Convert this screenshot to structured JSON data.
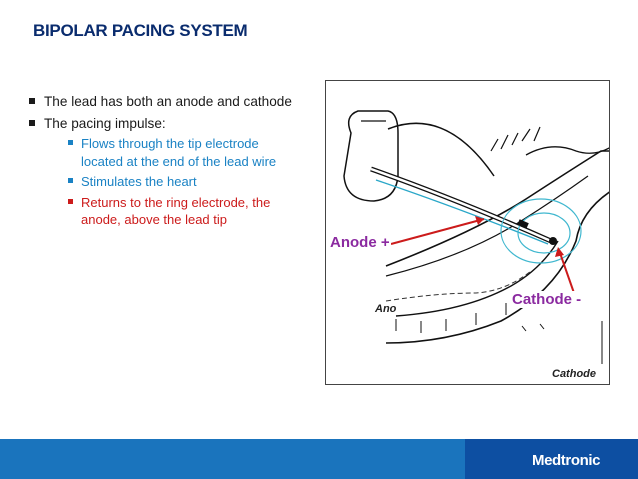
{
  "slide": {
    "title": "BIPOLAR PACING SYSTEM",
    "bullets": [
      {
        "text": "The lead has both an anode and cathode"
      },
      {
        "text": "The pacing impulse:"
      }
    ],
    "sub_bullets": [
      {
        "text": "Flows through the tip electrode located at the end of the lead wire",
        "color": "#1a82c4"
      },
      {
        "text": "Stimulates the heart",
        "color": "#1a82c4"
      },
      {
        "text": "Returns to the ring electrode, the anode, above the lead tip",
        "color": "#cc1b1b"
      }
    ]
  },
  "figure": {
    "anode_label": "Anode +",
    "cathode_label": "Cathode -",
    "partial_anode_label": "Ano",
    "lower_cathode_label": "Cathode"
  },
  "footer": {
    "brand": "Medtronic",
    "bar_color": "#1a74bd",
    "accent_color": "#0d4fa2"
  }
}
